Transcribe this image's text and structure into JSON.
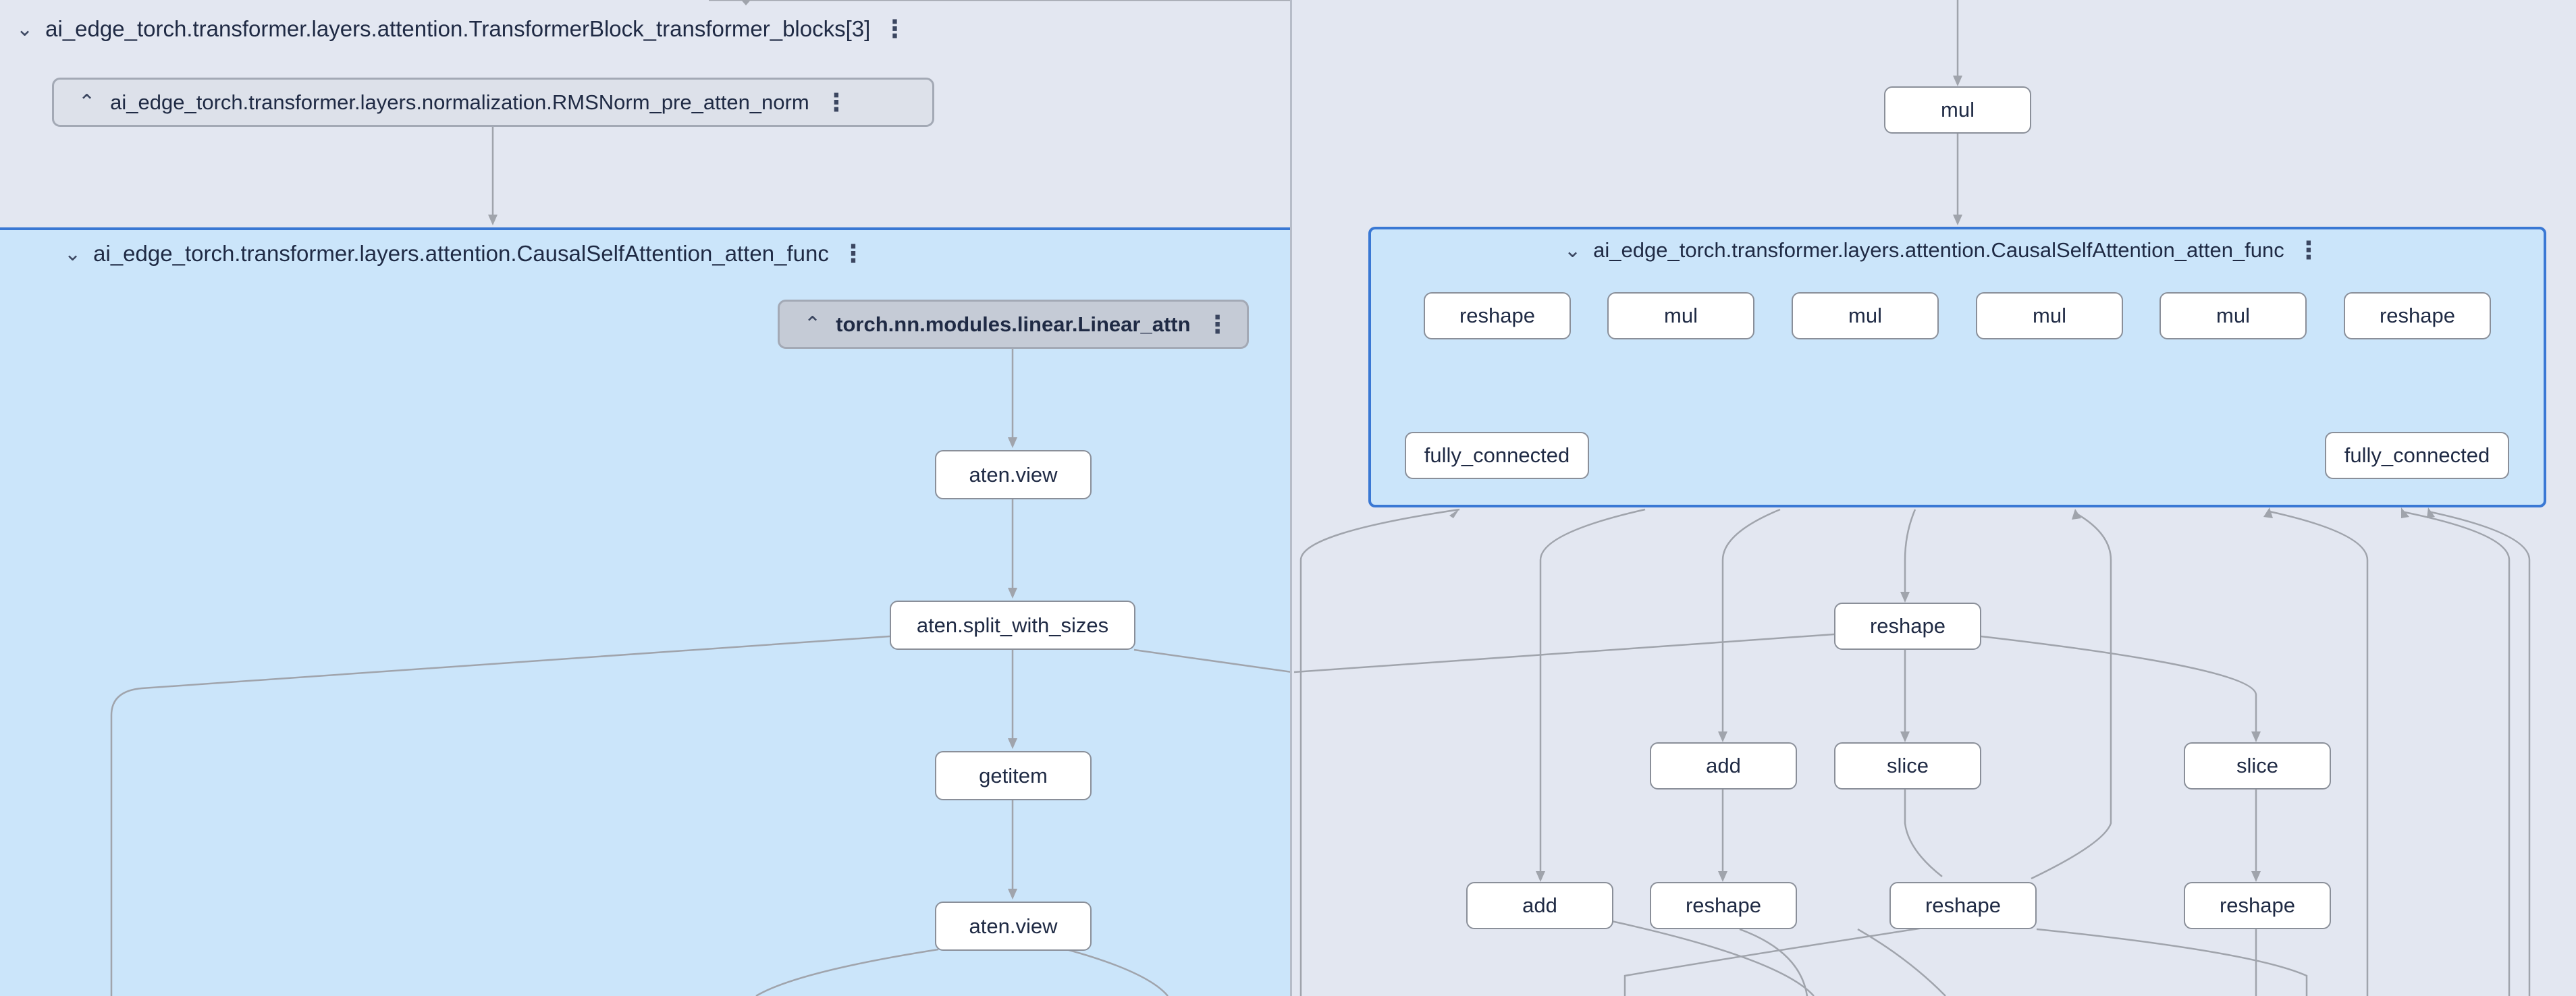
{
  "left": {
    "outer_group": {
      "title": "ai_edge_torch.transformer.layers.attention.TransformerBlock_transformer_blocks[3]"
    },
    "norm_node": {
      "label": "ai_edge_torch.transformer.layers.normalization.RMSNorm_pre_atten_norm"
    },
    "attn_group": {
      "title": "ai_edge_torch.transformer.layers.attention.CausalSelfAttention_atten_func"
    },
    "linear_node": {
      "label": "torch.nn.modules.linear.Linear_attn"
    },
    "nodes": {
      "view1": "aten.view",
      "split": "aten.split_with_sizes",
      "getitem": "getitem",
      "view2": "aten.view"
    }
  },
  "right": {
    "mul_top": "mul",
    "attn_group": {
      "title": "ai_edge_torch.transformer.layers.attention.CausalSelfAttention_atten_func"
    },
    "row1": [
      "reshape",
      "mul",
      "mul",
      "mul",
      "mul",
      "reshape"
    ],
    "fc_left": "fully_connected",
    "fc_right": "fully_connected",
    "reshape_mid": "reshape",
    "add1": "add",
    "slice1": "slice",
    "slice2": "slice",
    "add2": "add",
    "reshape_a": "reshape",
    "reshape_b": "reshape",
    "reshape_c": "reshape"
  },
  "colors": {
    "background": "#e3e7f1",
    "group_fill": "#cbe5fa",
    "group_border": "#3a78d4",
    "edge": "#a0a4ac"
  },
  "icons": [
    "collapse-icon",
    "expand-icon",
    "more-options-icon"
  ]
}
